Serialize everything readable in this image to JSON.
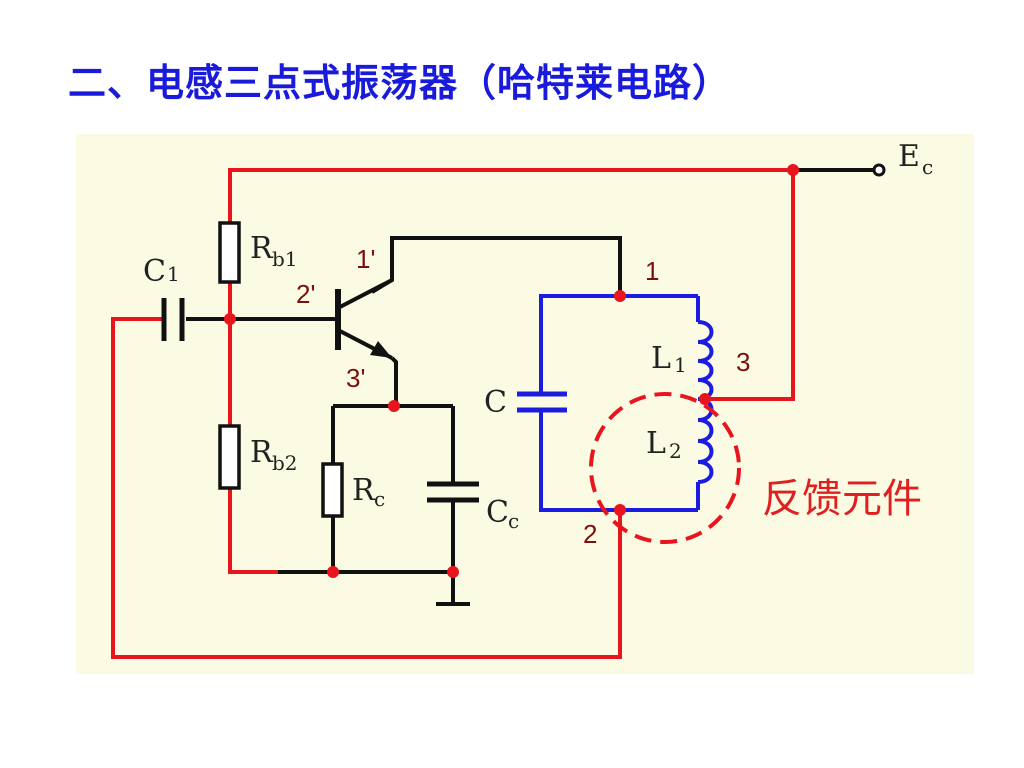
{
  "title": "二、电感三点式振荡器（哈特莱电路）",
  "labels": {
    "ec_main": "E",
    "ec_sub": "c",
    "rb1_main": "R",
    "rb1_sub": "b1",
    "rb2_main": "R",
    "rb2_sub": "b2",
    "rc_main": "R",
    "rc_sub": "c",
    "cc_main": "C",
    "cc_sub": "c",
    "c1_main": "C",
    "c1_sub": "1",
    "c_main": "C",
    "l1_main": "L",
    "l1_sub": "1",
    "l2_main": "L",
    "l2_sub": "2"
  },
  "nodes": {
    "n1p": "1'",
    "n2p": "2'",
    "n3p": "3'",
    "n1": "1",
    "n2": "2",
    "n3": "3"
  },
  "feedback_label": "反馈元件",
  "colors": {
    "title": "#1a1adb",
    "panel_bg": "#fbfbe3",
    "red_wire": "#e8141e",
    "blue_wire": "#1c1ce0",
    "black_wire": "#111111",
    "node_label": "#7a1010",
    "feedback": "#e02020"
  }
}
